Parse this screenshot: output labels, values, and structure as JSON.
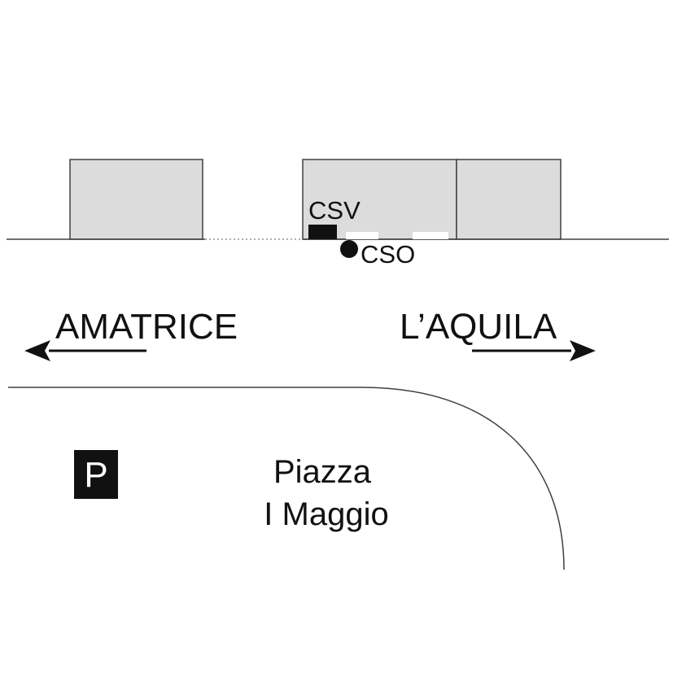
{
  "map": {
    "colors": {
      "building_fill": "#dcdcdc",
      "outline": "#404040",
      "ink": "#111111",
      "background": "#ffffff"
    },
    "buildings": [
      "building-left",
      "building-center",
      "building-right"
    ],
    "stations": {
      "csv_label": "CSV",
      "cso_label": "CSO"
    },
    "directions": {
      "west_label": "AMATRICE",
      "west_arrow": "arrow-left",
      "east_label": "L’AQUILA",
      "east_arrow": "arrow-right"
    },
    "square": {
      "line1": "Piazza",
      "line2": "I Maggio"
    },
    "parking": {
      "symbol": "P",
      "icon": "parking-icon"
    }
  }
}
